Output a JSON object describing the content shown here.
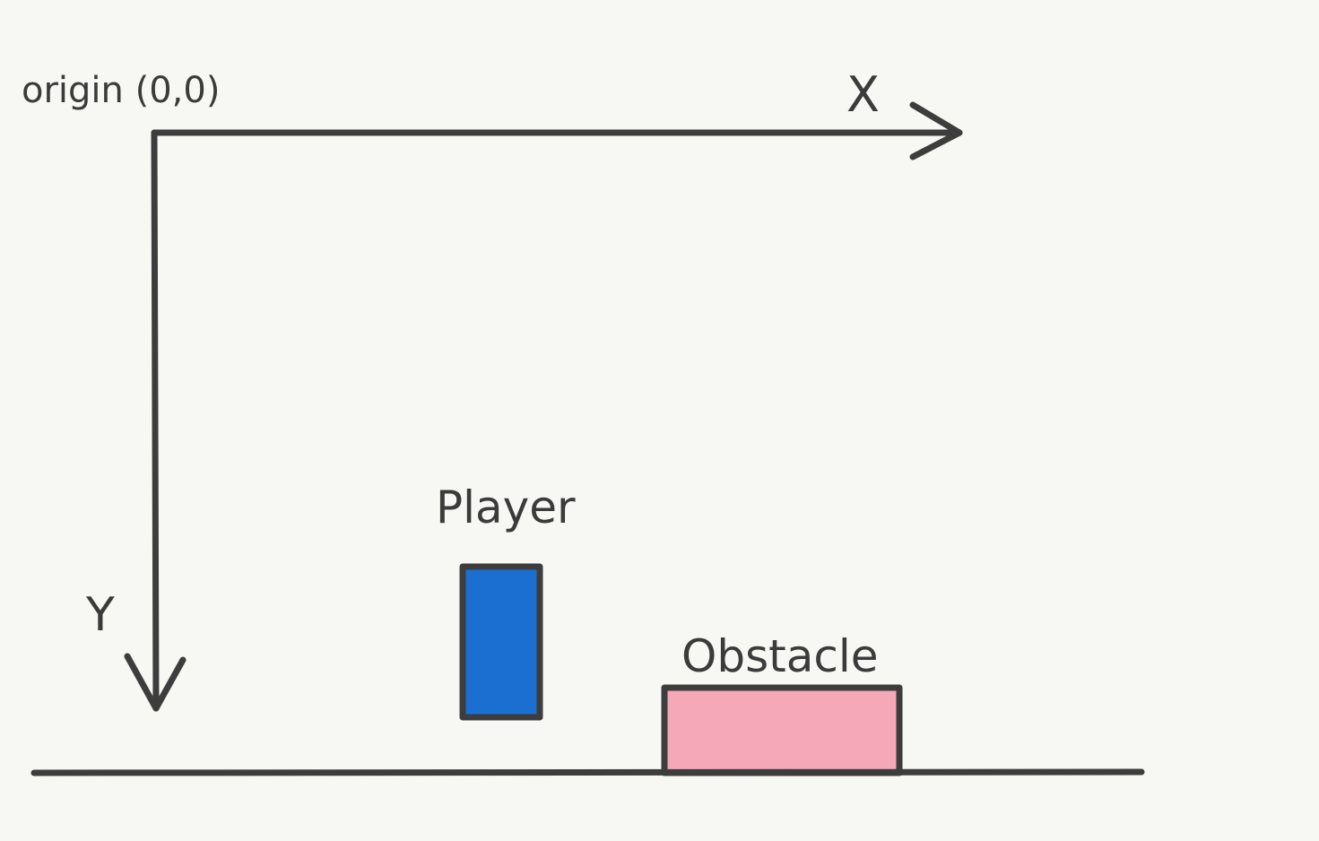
{
  "diagram": {
    "origin_label": "origin (0,0)",
    "x_axis_label": "X",
    "y_axis_label": "Y",
    "player_label": "Player",
    "obstacle_label": "Obstacle"
  },
  "colors": {
    "background": "#f7f7f3",
    "ink": "#3d3d3d",
    "player_fill": "#1a6fd1",
    "obstacle_fill": "#f5a9b8"
  }
}
